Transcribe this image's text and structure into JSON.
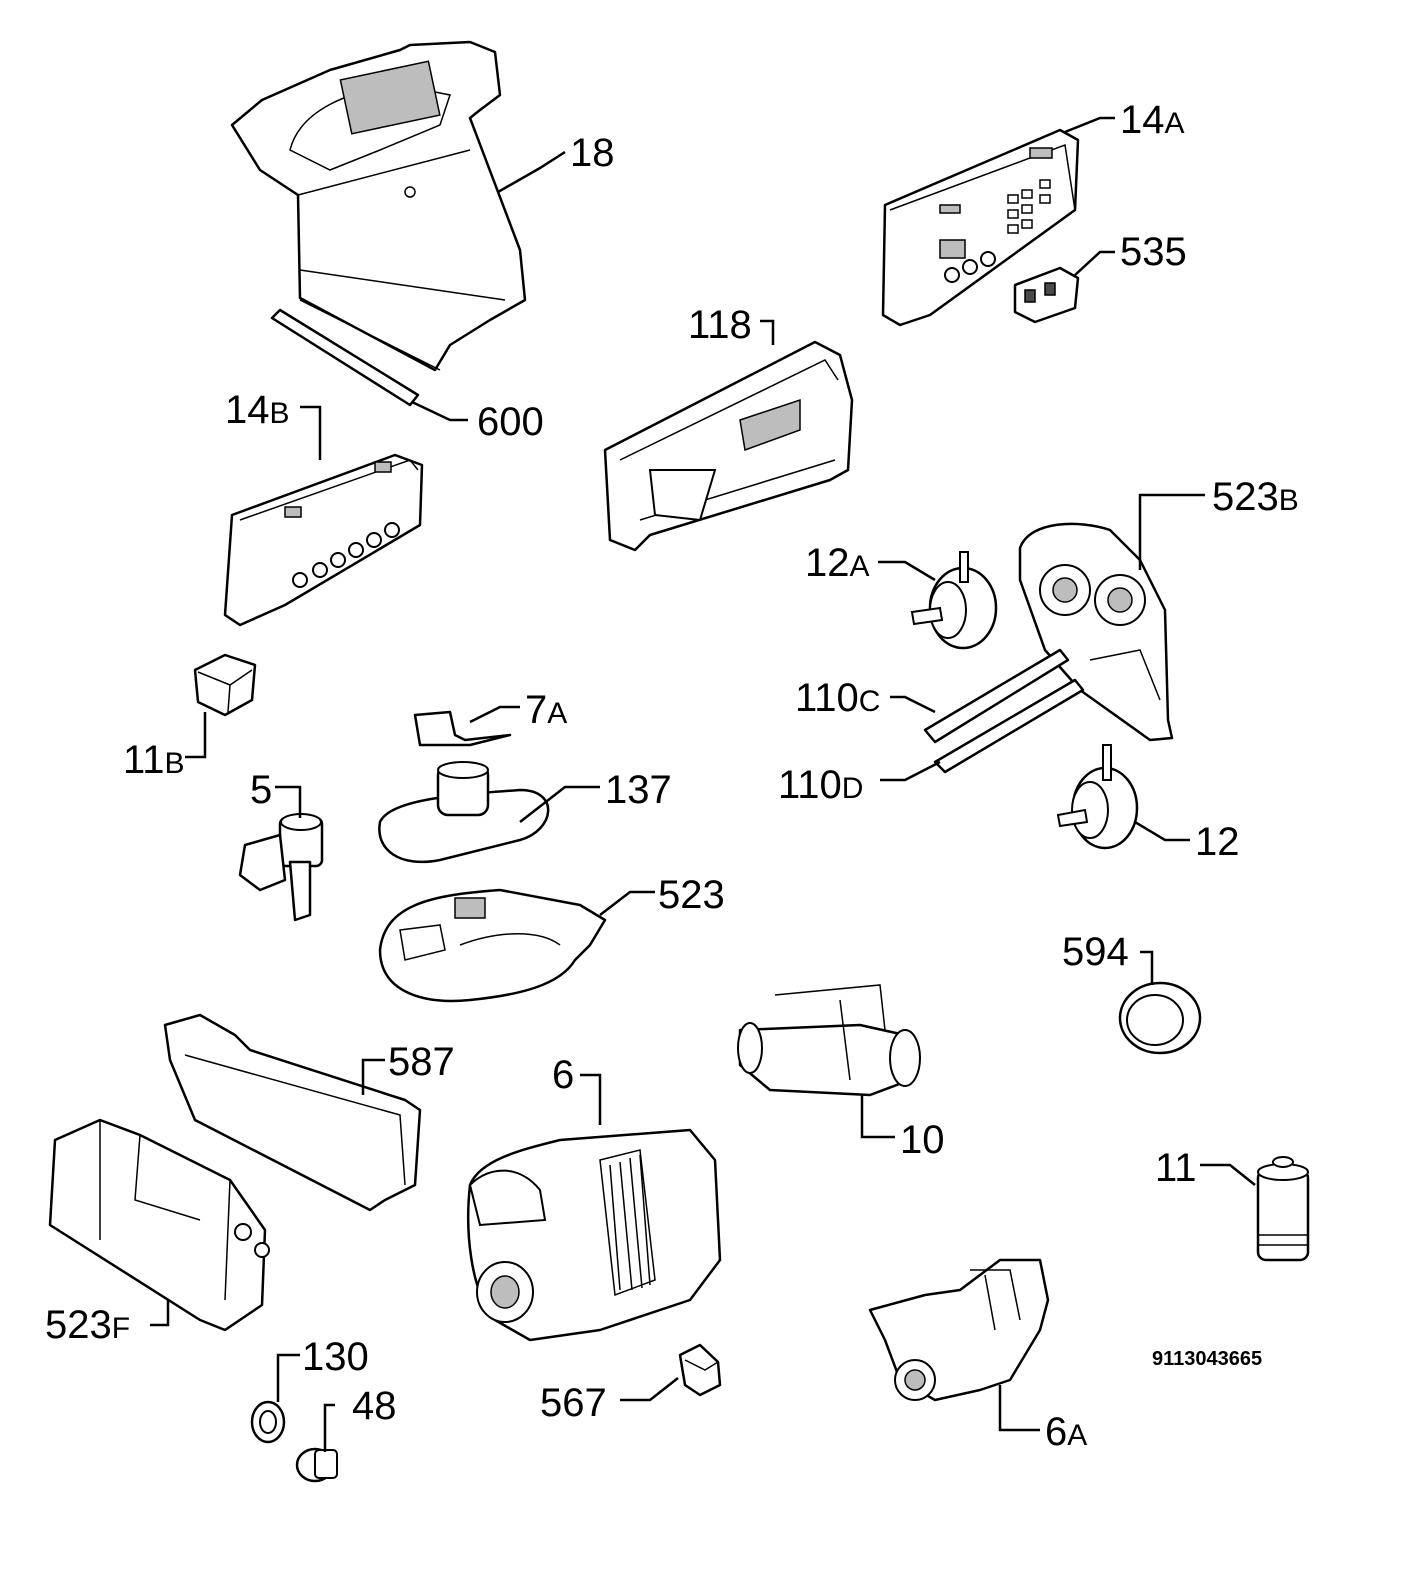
{
  "diagram": {
    "document_code": "9113043665",
    "parts": [
      {
        "id": "p18",
        "number": "18",
        "suffix": ""
      },
      {
        "id": "p14A",
        "number": "14",
        "suffix": "A"
      },
      {
        "id": "p535",
        "number": "535",
        "suffix": ""
      },
      {
        "id": "p118",
        "number": "118",
        "suffix": ""
      },
      {
        "id": "p600",
        "number": "600",
        "suffix": ""
      },
      {
        "id": "p14B",
        "number": "14",
        "suffix": "B"
      },
      {
        "id": "p523B",
        "number": "523",
        "suffix": "B"
      },
      {
        "id": "p12A",
        "number": "12",
        "suffix": "A"
      },
      {
        "id": "p7A",
        "number": "7",
        "suffix": "A"
      },
      {
        "id": "p110C",
        "number": "110",
        "suffix": "C"
      },
      {
        "id": "p11B",
        "number": "11",
        "suffix": "B"
      },
      {
        "id": "p5",
        "number": "5",
        "suffix": ""
      },
      {
        "id": "p137",
        "number": "137",
        "suffix": ""
      },
      {
        "id": "p110D",
        "number": "110",
        "suffix": "D"
      },
      {
        "id": "p12",
        "number": "12",
        "suffix": ""
      },
      {
        "id": "p523",
        "number": "523",
        "suffix": ""
      },
      {
        "id": "p594",
        "number": "594",
        "suffix": ""
      },
      {
        "id": "p587",
        "number": "587",
        "suffix": ""
      },
      {
        "id": "p6",
        "number": "6",
        "suffix": ""
      },
      {
        "id": "p10",
        "number": "10",
        "suffix": ""
      },
      {
        "id": "p11",
        "number": "11",
        "suffix": ""
      },
      {
        "id": "p523F",
        "number": "523",
        "suffix": "F"
      },
      {
        "id": "p130",
        "number": "130",
        "suffix": ""
      },
      {
        "id": "p48",
        "number": "48",
        "suffix": ""
      },
      {
        "id": "p567",
        "number": "567",
        "suffix": ""
      },
      {
        "id": "p6A",
        "number": "6",
        "suffix": "A"
      }
    ]
  }
}
